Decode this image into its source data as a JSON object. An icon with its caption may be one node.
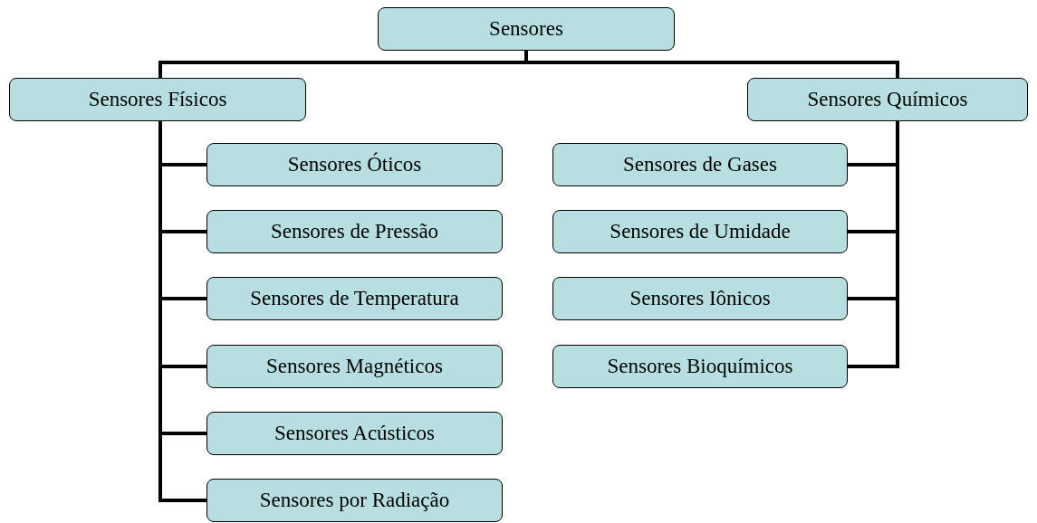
{
  "diagram": {
    "nodes": [
      {
        "text": [
          "Sensores"
        ]
      },
      {
        "text": [
          "Sensores Físicos"
        ]
      },
      {
        "text": [
          "Sensores Químicos"
        ]
      },
      {
        "text": [
          "Sensores Óticos"
        ]
      },
      {
        "text": [
          "Sensores de Pressão"
        ]
      },
      {
        "text": [
          "Sensores de Temperatura"
        ]
      },
      {
        "text": [
          "Sensores Magnéticos"
        ]
      },
      {
        "text": [
          "Sensores Acústicos"
        ]
      },
      {
        "text": [
          "Sensores por Radiação"
        ]
      },
      {
        "text": [
          "Sensores de Gases"
        ]
      },
      {
        "text": [
          "Sensores de Umidade"
        ]
      },
      {
        "text": [
          "Sensores Iônicos"
        ]
      },
      {
        "text": [
          "Sensores Bioquímicos"
        ]
      }
    ],
    "edges": [
      {
        "from": 0,
        "to": 1,
        "arrow": "none"
      },
      {
        "from": 0,
        "to": 2,
        "arrow": "none"
      },
      {
        "from": 1,
        "to": 3,
        "arrow": "none"
      },
      {
        "from": 1,
        "to": 4,
        "arrow": "none"
      },
      {
        "from": 1,
        "to": 5,
        "arrow": "none"
      },
      {
        "from": 1,
        "to": 6,
        "arrow": "none"
      },
      {
        "from": 1,
        "to": 7,
        "arrow": "none"
      },
      {
        "from": 1,
        "to": 8,
        "arrow": "none"
      },
      {
        "from": 2,
        "to": 9,
        "arrow": "none"
      },
      {
        "from": 2,
        "to": 10,
        "arrow": "none"
      },
      {
        "from": 2,
        "to": 11,
        "arrow": "none"
      },
      {
        "from": 2,
        "to": 12,
        "arrow": "none"
      }
    ]
  }
}
